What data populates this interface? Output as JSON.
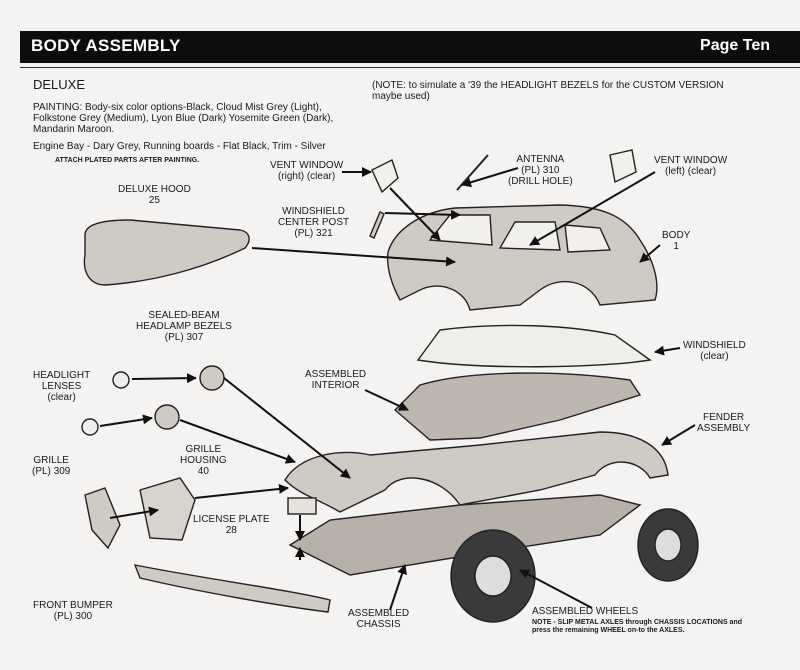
{
  "header": {
    "title": "BODY ASSEMBLY",
    "page": "Page Ten"
  },
  "intro": {
    "section": "DELUXE",
    "note": "(NOTE: to simulate a '39 the HEADLIGHT BEZELS for the CUSTOM VERSION maybe used)",
    "painting": "PAINTING: Body-six color options-Black, Cloud Mist Grey (Light), Folkstone Grey (Medium), Lyon Blue (Dark) Yosemite Green (Dark), Mandarin Maroon.",
    "engine": "Engine Bay - Dary Grey, Running boards - Flat Black, Trim - Silver",
    "attach": "ATTACH PLATED PARTS AFTER PAINTING."
  },
  "labels": {
    "vent_right_1": "VENT WINDOW",
    "vent_right_2": "(right) (clear)",
    "antenna_1": "ANTENNA",
    "antenna_2": "(PL) 310",
    "antenna_3": "(DRILL HOLE)",
    "vent_left_1": "VENT WINDOW",
    "vent_left_2": "(left) (clear)",
    "hood_1": "DELUXE HOOD",
    "hood_2": "25",
    "wcp_1": "WINDSHIELD",
    "wcp_2": "CENTER POST",
    "wcp_3": "(PL) 321",
    "body_1": "BODY",
    "body_2": "1",
    "bezel_1": "SEALED-BEAM",
    "bezel_2": "HEADLAMP BEZELS",
    "bezel_3": "(PL) 307",
    "windshield_1": "WINDSHIELD",
    "windshield_2": "(clear)",
    "lenses_1": "HEADLIGHT",
    "lenses_2": "LENSES",
    "lenses_3": "(clear)",
    "interior_1": "ASSEMBLED",
    "interior_2": "INTERIOR",
    "fender_1": "FENDER",
    "fender_2": "ASSEMBLY",
    "housing_1": "GRILLE",
    "housing_2": "HOUSING",
    "housing_3": "40",
    "grille_1": "GRILLE",
    "grille_2": "(PL) 309",
    "plate_1": "LICENSE PLATE",
    "plate_2": "28",
    "bumper_1": "FRONT BUMPER",
    "bumper_2": "(PL) 300",
    "chassis_1": "ASSEMBLED",
    "chassis_2": "CHASSIS",
    "wheels_1": "ASSEMBLED WHEELS",
    "wheels_note": "NOTE - SLIP METAL AXLES through CHASSIS LOCATIONS and press the remaining WHEEL on-to the AXLES."
  }
}
